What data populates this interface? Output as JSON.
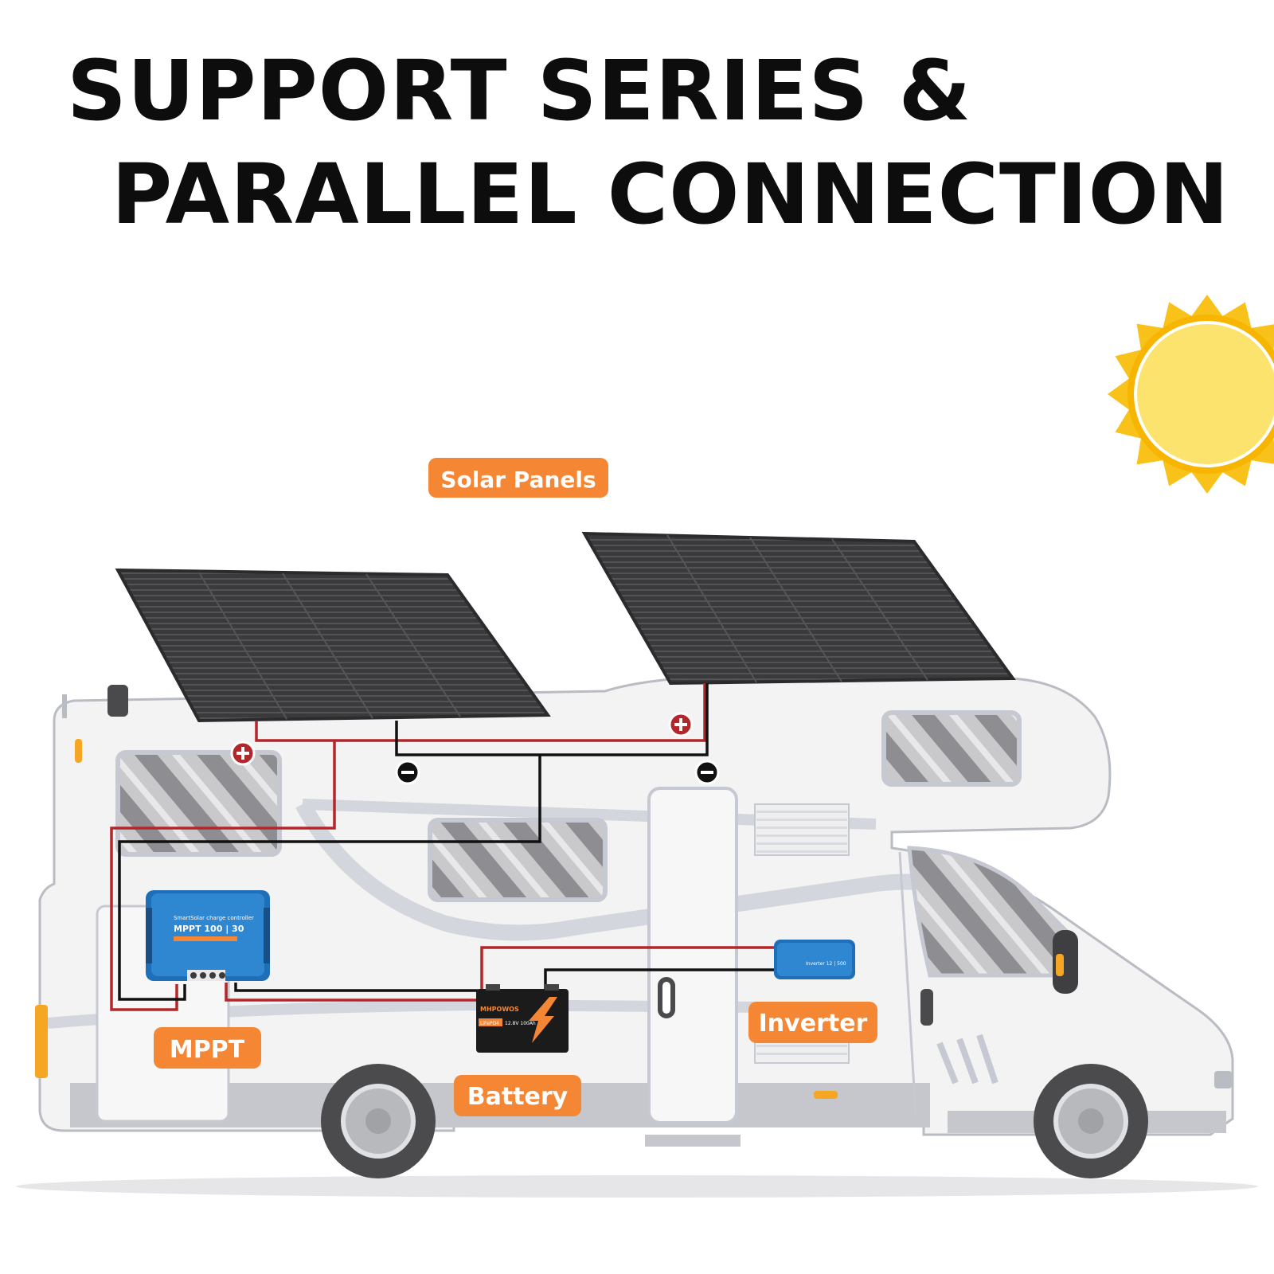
{
  "headline": {
    "line1": "SUPPORT SERIES &",
    "line2": "PARALLEL CONNECTION"
  },
  "labels": {
    "solar_panels": "Solar Panels",
    "mppt": "MPPT",
    "battery": "Battery",
    "inverter": "Inverter"
  },
  "devices": {
    "controller_brand": "SmartSolar charge controller",
    "controller_model": "MPPT 100 | 30",
    "battery_brand": "MHPOWOS",
    "battery_chem": "LiFePO4",
    "battery_spec": "12.8V 100Ah",
    "inverter_model": "Inverter 12 | 500"
  },
  "colors": {
    "accent_orange": "#f58634",
    "positive_wire": "#b3262a",
    "negative_wire": "#111111",
    "panel": "#3d3d3f",
    "device_blue": "#2f86d1",
    "sun_outer": "#f9c21a",
    "sun_inner": "#fbe36d"
  },
  "icons": {
    "positive": "plus-terminal-icon",
    "negative": "minus-terminal-icon",
    "sun": "sun-icon"
  }
}
